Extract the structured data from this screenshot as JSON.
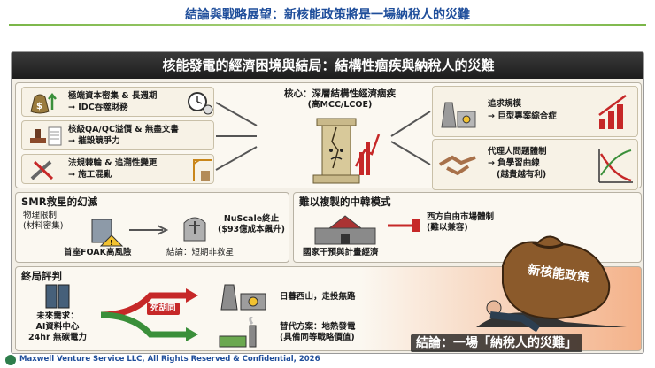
{
  "slide": {
    "title": "結論與戰略展望：新核能政策將是一場納稅人的災難",
    "footer": "Maxwell Venture Service LLC, All Rights Reserved & Confidential, 2026"
  },
  "infographic": {
    "header": "核能發電的經濟困境與結局：結構性痼疾與納稅人的災難",
    "core": {
      "title": "核心：深層結構性經濟痼疾",
      "subtitle": "(高MCC/LCOE)"
    },
    "left_items": [
      {
        "line1": "極端資本密集 & 長週期",
        "line2": "→ IDC吞噬財務"
      },
      {
        "line1": "核級QA/QC溢價 & 無盡文書",
        "line2": "→ 摧毀競爭力"
      },
      {
        "line1": "法規棘輪 & 追溯性變更",
        "line2": "→ 施工混亂"
      }
    ],
    "right_items": [
      {
        "line1": "追求規模",
        "line2": "→ 巨型專案綜合症",
        "line3": ""
      },
      {
        "line1": "代理人問題體制",
        "line2": "→ 負學習曲線",
        "line3": "(越貴越有利)"
      }
    ],
    "smr": {
      "title": "SMR救星的幻滅",
      "physics_limit": "物理限制\n(材料密集)",
      "foak": "首座FOAK高風險",
      "nuscale": "NuScale終止\n($93億成本飆升)",
      "conclusion": "結論：短期非救星"
    },
    "sino_korea": {
      "title": "難以複製的中韓模式",
      "state_control": "國家干預與計畫經濟",
      "western": "西方自由市場體制\n(難以兼容)"
    },
    "endgame": {
      "title": "終局評判",
      "demand": "未來需求：\nAI資料中心\n24hr 無碳電力",
      "dead_end_tag": "死胡同",
      "dead_end": "日暮西山，走投無路",
      "alternative": "替代方案：地熱發電\n(具備同等戰略價值)",
      "bag_label": "新核能政策",
      "final": "結論：一場「納稅人的災難」"
    }
  },
  "colors": {
    "title_blue": "#1f4e9b",
    "accent_red": "#c62828",
    "accent_green": "#3a8f3a",
    "fire": "#e4562a"
  }
}
